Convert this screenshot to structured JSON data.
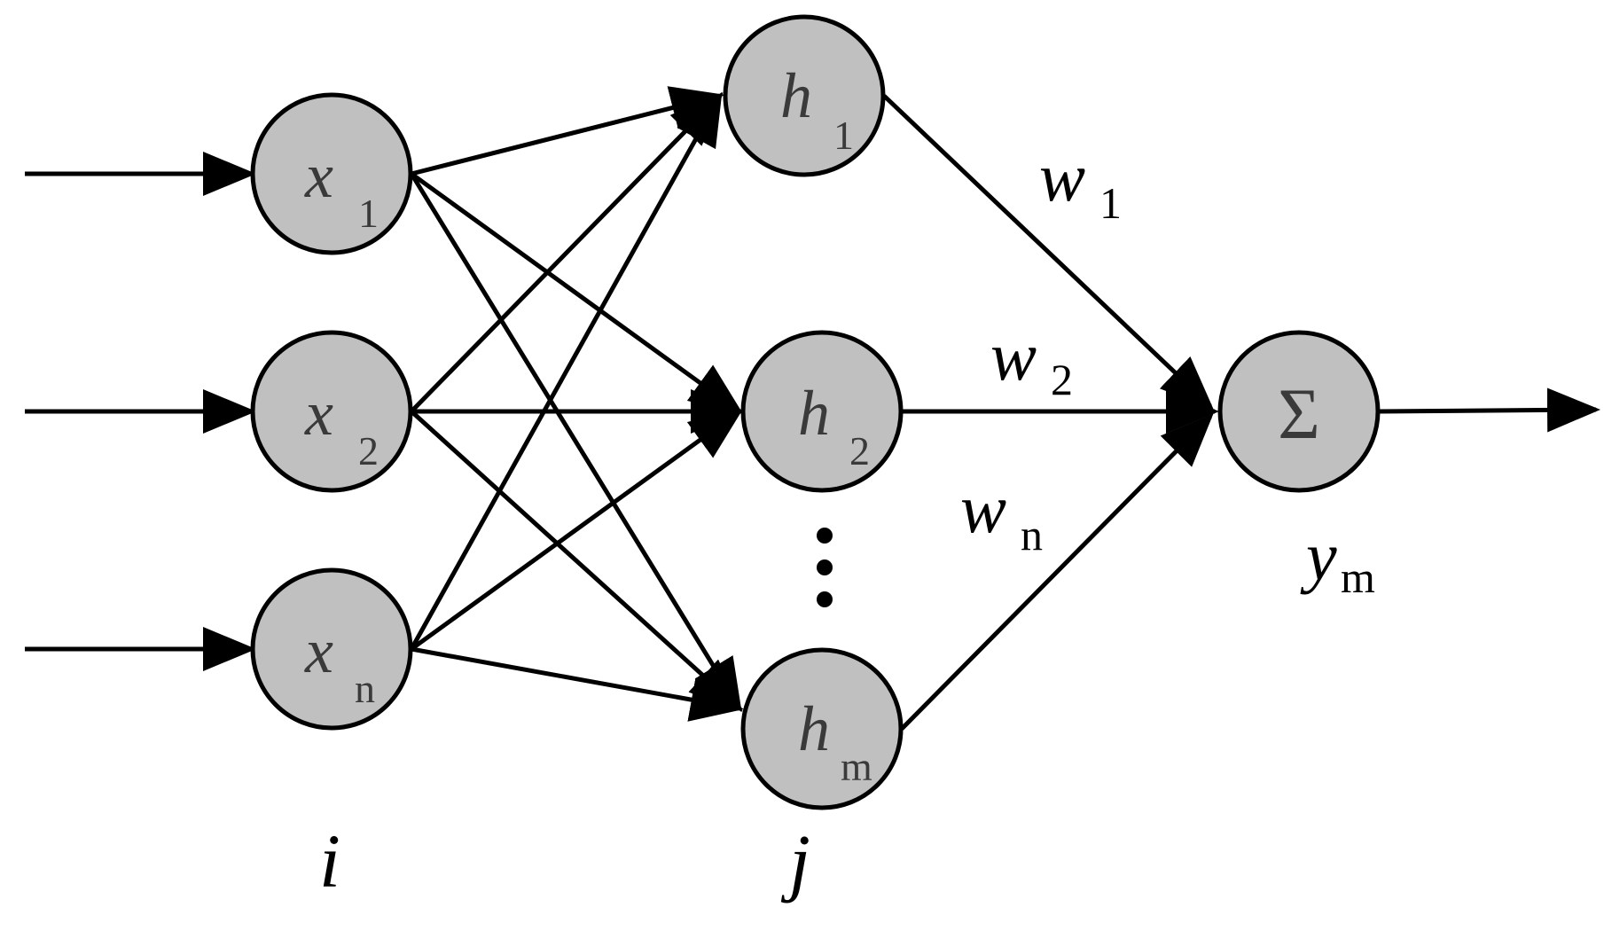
{
  "input_nodes": [
    {
      "symbol": "x",
      "subscript": "1"
    },
    {
      "symbol": "x",
      "subscript": "2"
    },
    {
      "symbol": "x",
      "subscript": "n"
    }
  ],
  "hidden_nodes": [
    {
      "symbol": "h",
      "subscript": "1"
    },
    {
      "symbol": "h",
      "subscript": "2"
    },
    {
      "symbol": "h",
      "subscript": "m"
    }
  ],
  "output_node": {
    "symbol": "Σ"
  },
  "weights": [
    {
      "symbol": "w",
      "subscript": "1"
    },
    {
      "symbol": "w",
      "subscript": "2"
    },
    {
      "symbol": "w",
      "subscript": "n"
    }
  ],
  "output_label": {
    "symbol": "y",
    "subscript": "m"
  },
  "layer_labels": {
    "input": "i",
    "hidden": "j"
  },
  "colors": {
    "node_fill": "#c0c0c0",
    "stroke": "#000000",
    "node_text": "#3a3a3a"
  }
}
